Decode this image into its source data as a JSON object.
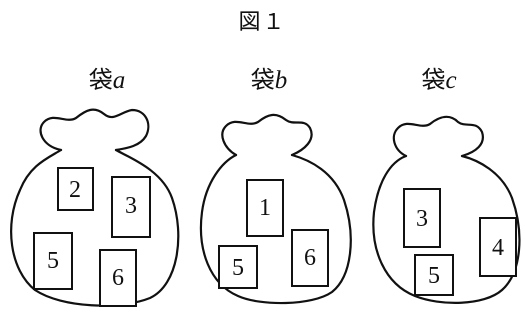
{
  "figure_title": "図１",
  "bags": [
    {
      "prefix": "袋",
      "letter": "a",
      "cards": [
        "2",
        "3",
        "5",
        "6"
      ]
    },
    {
      "prefix": "袋",
      "letter": "b",
      "cards": [
        "1",
        "5",
        "6"
      ]
    },
    {
      "prefix": "袋",
      "letter": "c",
      "cards": [
        "3",
        "5",
        "4"
      ]
    }
  ]
}
